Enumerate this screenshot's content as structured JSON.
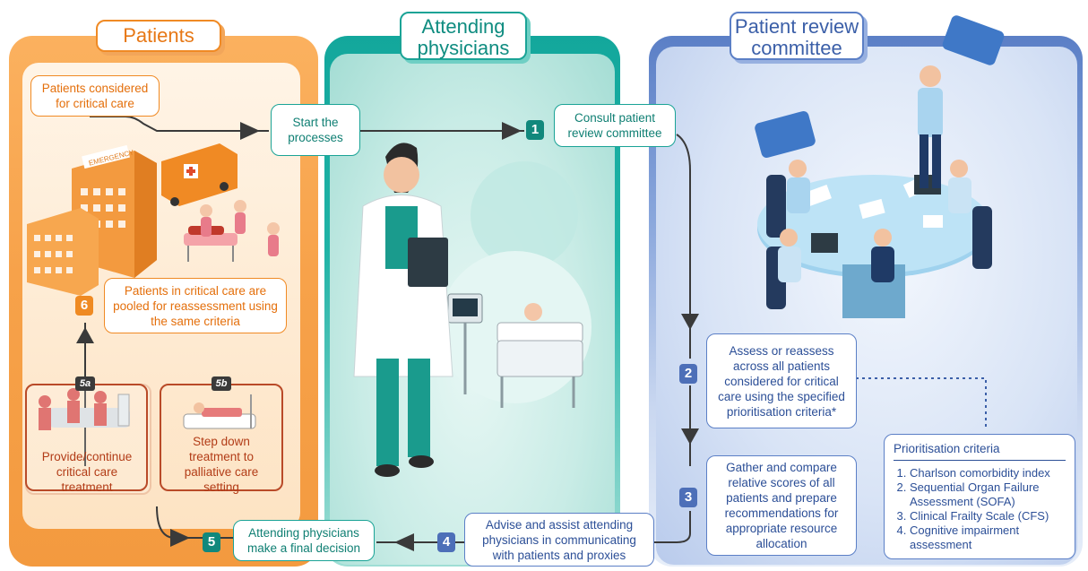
{
  "columns": {
    "patients": {
      "title": "Patients"
    },
    "physicians": {
      "title": "Attending physicians"
    },
    "committee": {
      "title": "Patient review committee"
    }
  },
  "boxes": {
    "patients_considered": "Patients considered for critical care",
    "start_processes": "Start the processes",
    "consult_committee": "Consult patient review committee",
    "assess": "Assess or reassess across all patients considered for critical care using the specified prioritisation criteria*",
    "gather": "Gather and compare relative scores of all patients and prepare recommendations for appropriate resource allocation",
    "advise": "Advise and assist attending physicians in communicating with patients and proxies",
    "final_decision": "Attending physicians make a final decision",
    "pooled": "Patients in critical care are pooled for reassessment using the same criteria",
    "provide": "Provide/continue critical care treatment",
    "step_down": "Step down treatment to palliative care setting"
  },
  "steps": {
    "s1": "1",
    "s2": "2",
    "s3": "3",
    "s4": "4",
    "s5": "5",
    "s6": "6",
    "s5a": "5a",
    "s5b": "5b"
  },
  "criteria": {
    "heading": "Prioritisation criteria",
    "items": [
      "Charlson comorbidity index",
      "Sequential Organ Failure Assessment (SOFA)",
      "Clinical Frailty Scale (CFS)",
      "Cognitive impairment assessment"
    ]
  },
  "emergency_sign": "EMERGENCY",
  "colors": {
    "orange": "#f08a24",
    "teal": "#1aa396",
    "blue": "#5b7fc6",
    "arrow": "#3a3a3a"
  },
  "icons": [
    "hospital-icon",
    "ambulance-icon",
    "doctor-icon",
    "patient-bed-icon",
    "meeting-table-icon",
    "speech-bubble-icon"
  ]
}
